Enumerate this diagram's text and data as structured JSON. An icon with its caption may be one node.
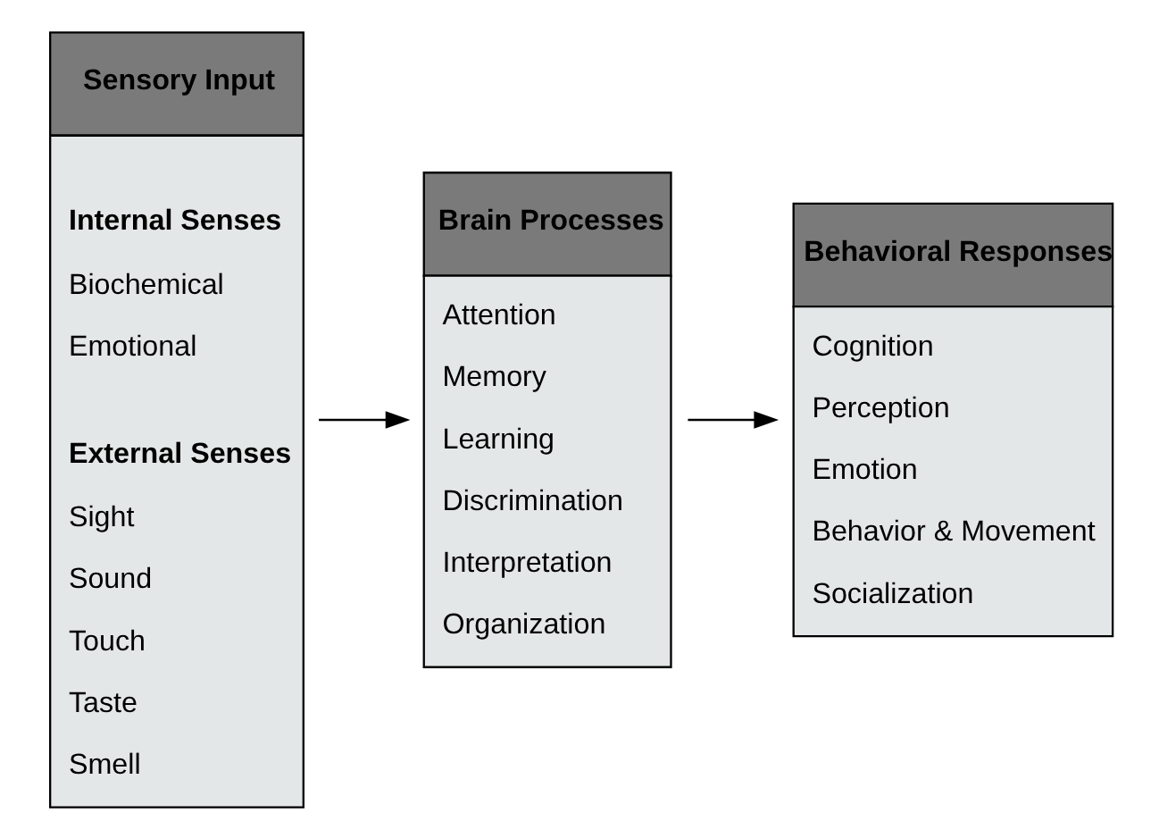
{
  "diagram": {
    "nodes": [
      {
        "text": [
          "Sensory Input",
          "Internal Senses",
          "Biochemical",
          "Emotional",
          "External Senses",
          "Sight",
          "Sound",
          "Touch",
          "Taste",
          "Smell"
        ]
      },
      {
        "text": [
          "Brain Processes",
          "Attention",
          "Memory",
          "Learning",
          "Discrimination",
          "Interpretation",
          "Organization"
        ]
      },
      {
        "text": [
          "Behavioral Responses",
          "Cognition",
          "Perception",
          "Emotion",
          "Behavior & Movement",
          "Socialization"
        ]
      }
    ],
    "edges": [
      {
        "from": 0,
        "to": 1,
        "arrow": "to"
      },
      {
        "from": 1,
        "to": 2,
        "arrow": "to"
      }
    ]
  }
}
